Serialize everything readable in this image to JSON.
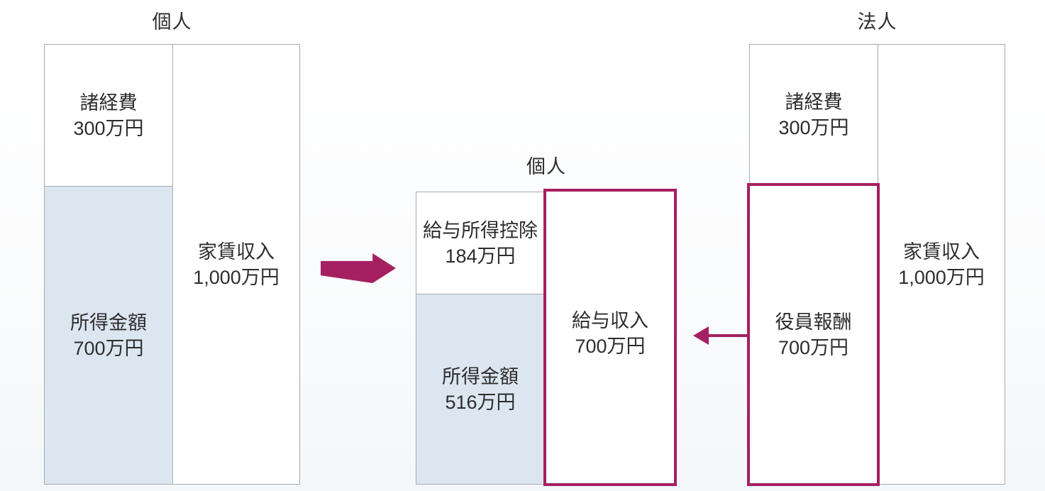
{
  "palette": {
    "accent_magenta": "#a51f61",
    "fill_light_blue": "#dce6f1",
    "border_gray": "#aaaaaa",
    "text_dark": "#2d2d2d"
  },
  "left_diagram": {
    "title": "個人",
    "expenses_label": "諸経費",
    "expenses_amount": "300万円",
    "income_label": "所得金額",
    "income_amount": "700万円",
    "rent_label": "家賃収入",
    "rent_amount": "1,000万円"
  },
  "middle_diagram": {
    "title": "個人",
    "deduction_label": "給与所得控除",
    "deduction_amount": "184万円",
    "income_label": "所得金額",
    "income_amount": "516万円",
    "salary_label": "給与収入",
    "salary_amount": "700万円"
  },
  "right_diagram": {
    "title": "法人",
    "expenses_label": "諸経費",
    "expenses_amount": "300万円",
    "compensation_label": "役員報酬",
    "compensation_amount": "700万円",
    "rent_label": "家賃収入",
    "rent_amount": "1,000万円"
  }
}
